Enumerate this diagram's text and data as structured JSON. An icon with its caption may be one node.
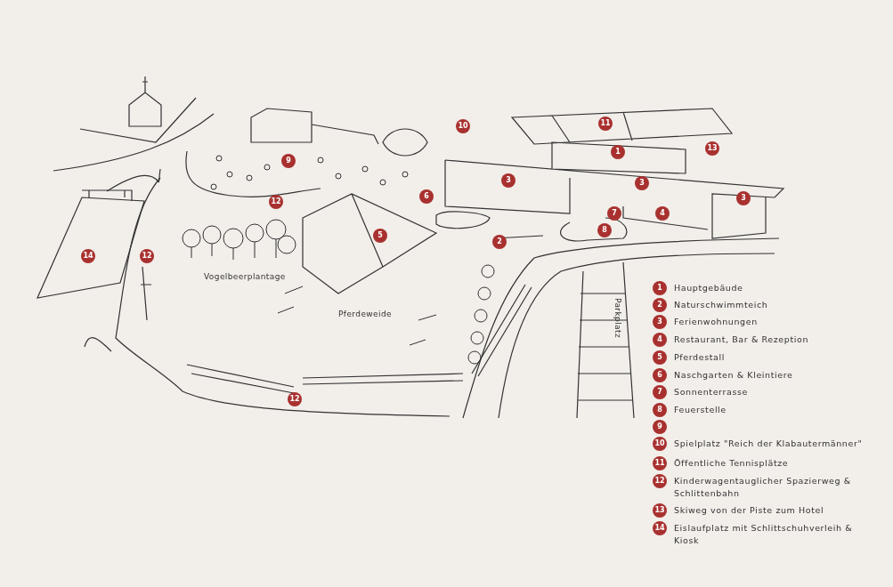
{
  "diagram": {
    "labels": [
      "11",
      "10",
      "13",
      "1",
      "9",
      "3",
      "6",
      "3",
      "3",
      "12",
      "7",
      "4",
      "8",
      "5",
      "2",
      "14",
      "12",
      "Vogelbeerplantage",
      "Parkplatz",
      "Pferdeweide",
      "12",
      "1",
      "Hauptgebäude",
      "2",
      "Naturschwimmteich",
      "3",
      "Ferienwohnungen",
      "4",
      "Restaurant, Bar & Rezeption",
      "5",
      "Pferdestall",
      "6",
      "Naschgarten & Kleintiere",
      "7",
      "Sonnenterrasse",
      "8",
      "Feuerstelle",
      "9",
      "10",
      "Spielplatz \"Reich der Klabautermänner\"",
      "11",
      "Öffentliche Tennisplätze",
      "12",
      "Kinderwagentauglicher Spazierweg & Schlittenbahn",
      "13",
      "Skiweg von der Piste zum Hotel",
      "14",
      "Eislaufplatz mit Schlittschuhverleih & Kiosk"
    ]
  }
}
